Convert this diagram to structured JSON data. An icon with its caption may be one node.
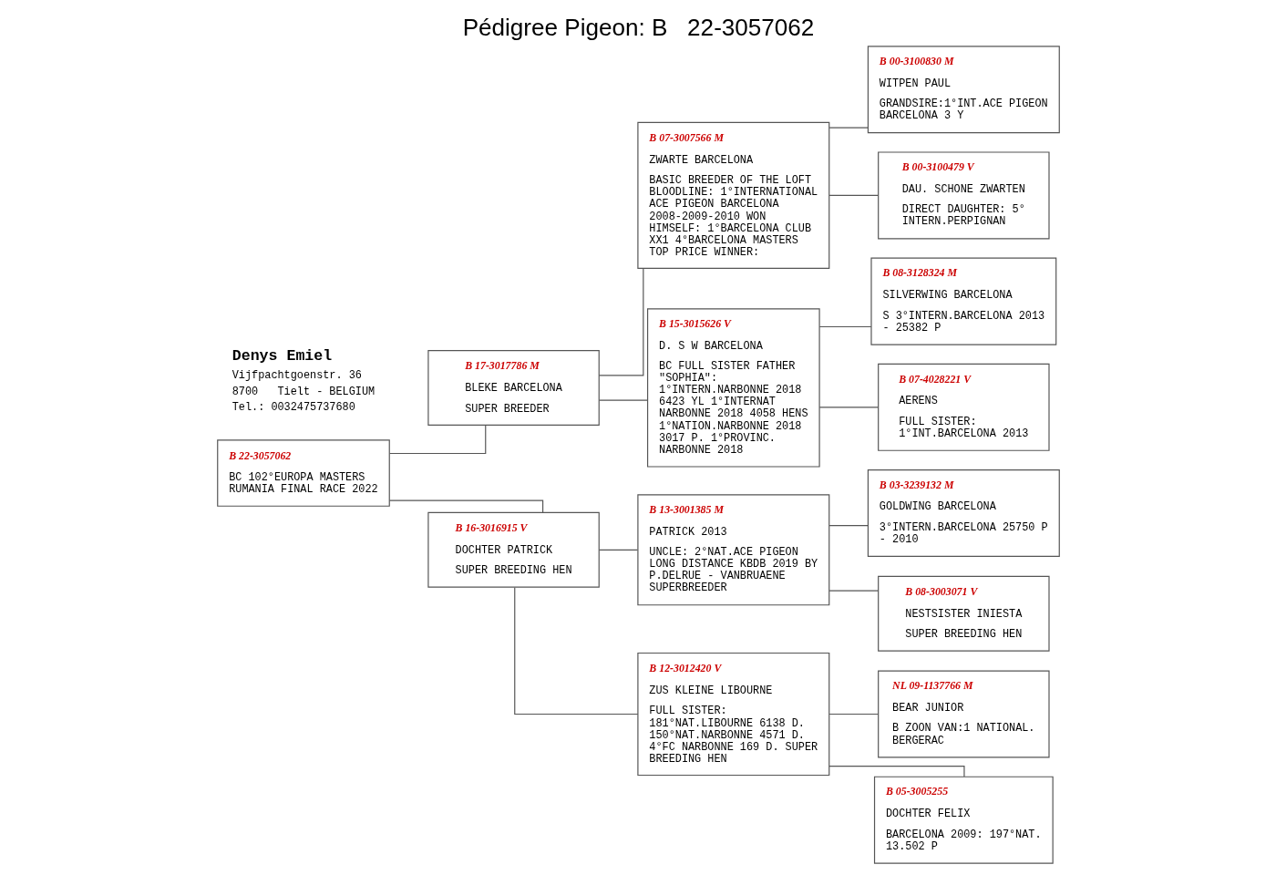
{
  "diagram": {
    "title": "Pédigree Pigeon: B   22-3057062",
    "nodes": [
      {
        "text": [
          "B 22-3057062",
          "BC 102°EUROPA MASTERS RUMANIA FINAL RACE 2022"
        ]
      },
      {
        "text": [
          "B 17-3017786 M",
          "BLEKE BARCELONA",
          "SUPER BREEDER"
        ]
      },
      {
        "text": [
          "B 16-3016915 V",
          "DOCHTER PATRICK",
          "SUPER BREEDING HEN"
        ]
      },
      {
        "text": [
          "B 07-3007566 M",
          "ZWARTE BARCELONA",
          "BASIC BREEDER OF THE LOFT BLOODLINE: 1°INTERNATIONAL ACE PIGEON BARCELONA 2008-2009-2010 WON HIMSELF: 1°BARCELONA CLUB XX1 4°BARCELONA MASTERS TOP PRICE WINNER:"
        ]
      },
      {
        "text": [
          "B 15-3015626 V",
          "D. S W BARCELONA",
          "BC FULL SISTER FATHER \"SOPHIA\": 1°INTERN.NARBONNE 2018 6423 YL 1°INTERNAT NARBONNE 2018 4058 HENS 1°NATION.NARBONNE 2018 3017 P. 1°PROVINC. NARBONNE 2018"
        ]
      },
      {
        "text": [
          "B 13-3001385 M",
          "PATRICK 2013",
          "UNCLE: 2°NAT.ACE PIGEON LONG DISTANCE KBDB 2019 BY P.DELRUE - VANBRUAENE SUPERBREEDER"
        ]
      },
      {
        "text": [
          "B 12-3012420 V",
          "ZUS KLEINE LIBOURNE",
          "FULL SISTER: 181°NAT.LIBOURNE 6138 D. 150°NAT.NARBONNE 4571 D. 4°FC NARBONNE 169 D. SUPER BREEDING HEN"
        ]
      },
      {
        "text": [
          "B 00-3100830 M",
          "WITPEN PAUL",
          "GRANDSIRE:1°INT.ACE PIGEON BARCELONA 3 Y"
        ]
      },
      {
        "text": [
          "B 00-3100479 V",
          "DAU. SCHONE ZWARTEN",
          "DIRECT DAUGHTER: 5° INTERN.PERPIGNAN"
        ]
      },
      {
        "text": [
          "B 08-3128324 M",
          "SILVERWING BARCELONA",
          "S 3°INTERN.BARCELONA 2013 - 25382 P"
        ]
      },
      {
        "text": [
          "B 07-4028221 V",
          "AERENS",
          "FULL SISTER: 1°INT.BARCELONA 2013"
        ]
      },
      {
        "text": [
          "B 03-3239132 M",
          "GOLDWING BARCELONA",
          "3°INTERN.BARCELONA 25750 P - 2010"
        ]
      },
      {
        "text": [
          "B 08-3003071 V",
          "NESTSISTER INIESTA",
          "SUPER BREEDING HEN"
        ]
      },
      {
        "text": [
          "NL 09-1137766 M",
          "BEAR JUNIOR",
          "B ZOON VAN:1 NATIONAL. BERGERAC"
        ]
      },
      {
        "text": [
          "B 05-3005255",
          "DOCHTER FELIX",
          "BARCELONA 2009: 197°NAT. 13.502 P"
        ]
      }
    ],
    "edges": [
      {
        "from": 0,
        "to": 1,
        "arrow": "none"
      },
      {
        "from": 0,
        "to": 2,
        "arrow": "none"
      },
      {
        "from": 1,
        "to": 3,
        "arrow": "none"
      },
      {
        "from": 1,
        "to": 4,
        "arrow": "none"
      },
      {
        "from": 2,
        "to": 5,
        "arrow": "none"
      },
      {
        "from": 2,
        "to": 6,
        "arrow": "none"
      },
      {
        "from": 3,
        "to": 7,
        "arrow": "none"
      },
      {
        "from": 3,
        "to": 8,
        "arrow": "none"
      },
      {
        "from": 4,
        "to": 9,
        "arrow": "none"
      },
      {
        "from": 4,
        "to": 10,
        "arrow": "none"
      },
      {
        "from": 5,
        "to": 11,
        "arrow": "none"
      },
      {
        "from": 5,
        "to": 12,
        "arrow": "none"
      },
      {
        "from": 6,
        "to": 13,
        "arrow": "none"
      },
      {
        "from": 6,
        "to": 14,
        "arrow": "none"
      }
    ],
    "labels": [
      "Denys Emiel",
      "Vijfpachtgoenstr. 36",
      "8700   Tielt - BELGIUM",
      "Tel.: 0032475737680"
    ]
  }
}
